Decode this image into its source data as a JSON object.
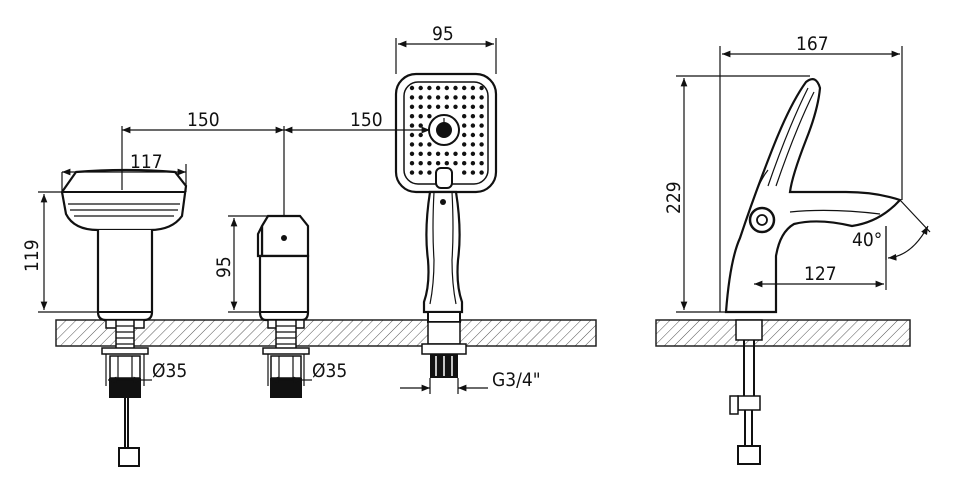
{
  "dimensions": {
    "spacing_left": "150",
    "spacing_right": "150",
    "diverter_width": "117",
    "diverter_height": "119",
    "handle_height": "95",
    "handshower_width": "95",
    "bore_left": "Ø35",
    "bore_middle": "Ø35",
    "thread": "G3/4\"",
    "side_width": "167",
    "side_height": "229",
    "spout_reach": "127",
    "spout_angle": "40°"
  }
}
